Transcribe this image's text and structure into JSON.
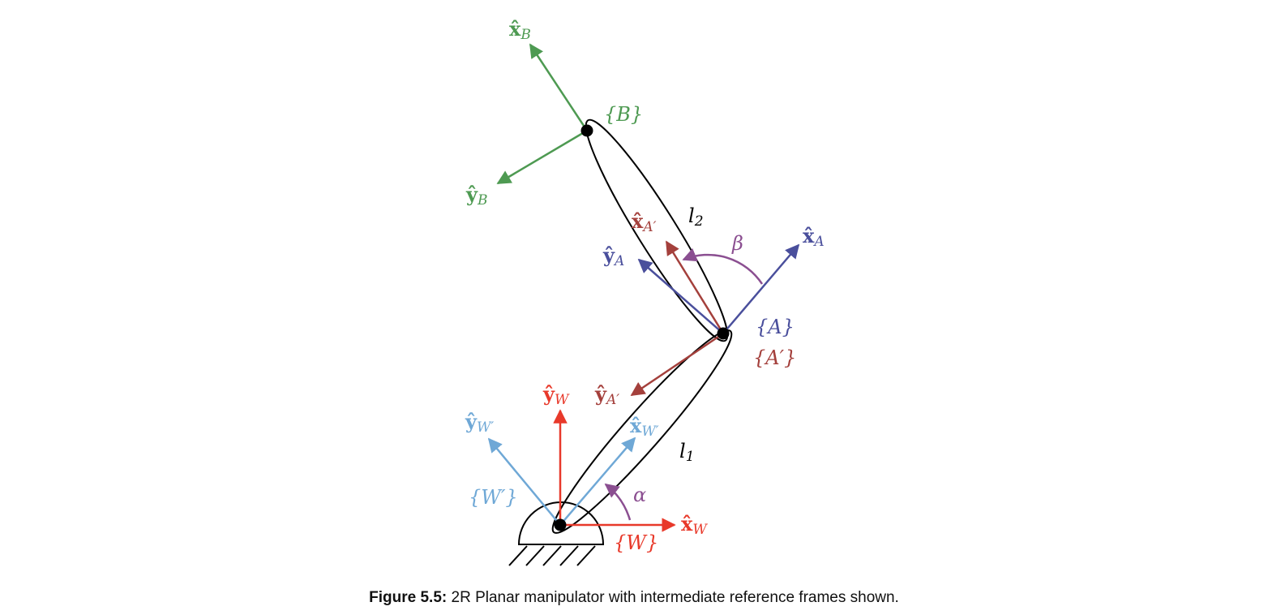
{
  "colors": {
    "W": "#e8392a",
    "Wp": "#6fa8d6",
    "A": "#4a4f9c",
    "Ap": "#a4403c",
    "B": "#4e9a52",
    "angle": "#8b4f91",
    "link": "#000000"
  },
  "labels": {
    "xB": {
      "main": "x̂",
      "sub": "B"
    },
    "yB": {
      "main": "ŷ",
      "sub": "B"
    },
    "frameB": "{B}",
    "l2": {
      "main": "l",
      "sub": "2"
    },
    "xAp": {
      "main": "x̂",
      "sub": "A′"
    },
    "yA": {
      "main": "ŷ",
      "sub": "A"
    },
    "beta": "β",
    "xA": {
      "main": "x̂",
      "sub": "A"
    },
    "frameA": "{A}",
    "frameAp": "{A′}",
    "yW": {
      "main": "ŷ",
      "sub": "W"
    },
    "yAp": {
      "main": "ŷ",
      "sub": "A′"
    },
    "yWp": {
      "main": "ŷ",
      "sub": "W′"
    },
    "xWp": {
      "main": "x̂",
      "sub": "W′"
    },
    "l1": {
      "main": "l",
      "sub": "1"
    },
    "frameWp": "{W′}",
    "alpha": "α",
    "xW": {
      "main": "x̂",
      "sub": "W"
    },
    "frameW": "{W}"
  },
  "caption": {
    "label": "Figure 5.5:",
    "text": "2R Planar manipulator with intermediate reference frames shown."
  }
}
